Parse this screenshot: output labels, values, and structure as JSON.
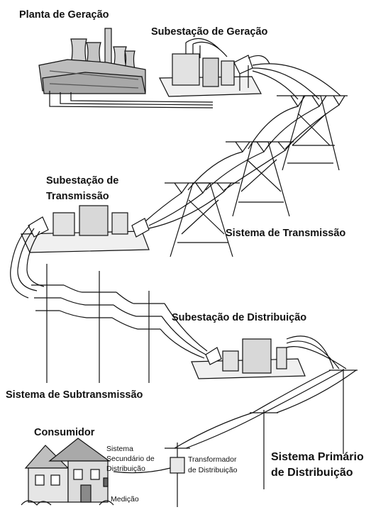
{
  "labels": {
    "planta_geracao": "Planta de Geração",
    "subestacao_geracao": "Subestação de Geração",
    "subestacao_transmissao_1": "Subestação de",
    "subestacao_transmissao_2": "Transmissão",
    "sistema_transmissao": "Sistema de Transmissão",
    "subestacao_distribuicao": "Subestação de Distribuição",
    "sistema_subtransmissao": "Sistema de Subtransmissão",
    "consumidor": "Consumidor",
    "sistema_secundario_1": "Sistema",
    "sistema_secundario_2": "Secundário de",
    "sistema_secundario_3": "Distribuição",
    "transformador_1": "Transformador",
    "transformador_2": "de Distribuição",
    "sistema_primario_1": "Sistema Primário",
    "sistema_primario_2": "de Distribuição",
    "medicao": "Medição"
  },
  "colors": {
    "line": "#111111",
    "equipment_fill": "#e8e8e8",
    "plant_fill": "#d9d9d9"
  }
}
